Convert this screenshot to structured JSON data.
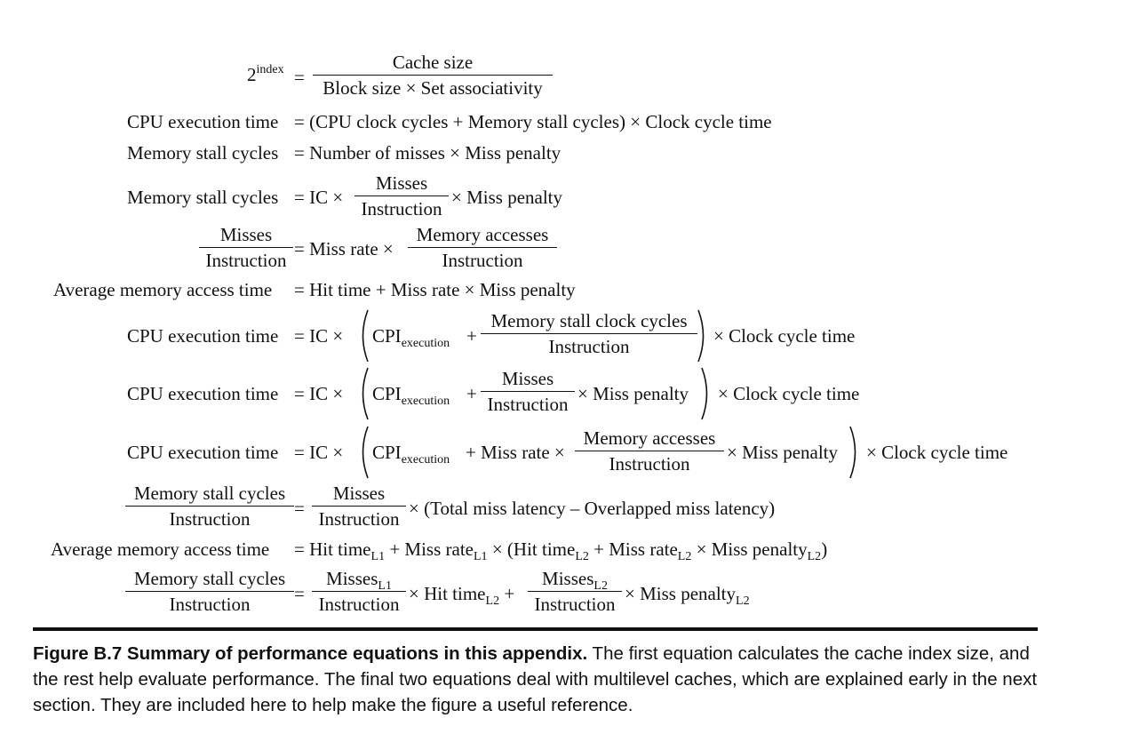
{
  "eq1": {
    "lhs_base": "2",
    "lhs_sup": "index",
    "eq": "=",
    "num": "Cache size",
    "den": "Block size × Set associativity"
  },
  "eq2": {
    "lhs": "CPU execution time",
    "rhs": "= (CPU clock cycles + Memory stall cycles) × Clock cycle time"
  },
  "eq3": {
    "lhs": "Memory stall cycles",
    "rhs": "= Number of misses × Miss penalty"
  },
  "eq4": {
    "lhs": "Memory stall cycles",
    "mid": "= IC ×",
    "num": "Misses",
    "den": "Instruction",
    "tail": "× Miss penalty"
  },
  "eq5": {
    "lnum": "Misses",
    "lden": "Instruction",
    "mid": "= Miss rate ×",
    "num": "Memory accesses",
    "den": "Instruction"
  },
  "eq6": {
    "lhs": "Average memory access time",
    "rhs": "= Hit time + Miss rate × Miss penalty"
  },
  "eq7": {
    "lhs": "CPU execution time",
    "mid": "= IC ×",
    "cpi": "CPI",
    "cpi_sub": "execution",
    "plus": "+",
    "num": "Memory stall clock cycles",
    "den": "Instruction",
    "tail": "× Clock cycle time"
  },
  "eq8": {
    "lhs": "CPU execution time",
    "mid": "= IC ×",
    "cpi": "CPI",
    "cpi_sub": "execution",
    "plus": "+",
    "num": "Misses",
    "den": "Instruction",
    "inner": "× Miss penalty",
    "tail": "× Clock cycle time"
  },
  "eq9": {
    "lhs": "CPU execution time",
    "mid": "= IC ×",
    "cpi": "CPI",
    "cpi_sub": "execution",
    "plus": "+ Miss rate ×",
    "num": "Memory accesses",
    "den": "Instruction",
    "inner": "× Miss penalty",
    "tail": "× Clock cycle time"
  },
  "eq10": {
    "lnum": "Memory stall cycles",
    "lden": "Instruction",
    "eq": "=",
    "num": "Misses",
    "den": "Instruction",
    "tail": "× (Total miss latency – Overlapped miss latency)"
  },
  "eq11": {
    "lhs": "Average memory access time",
    "eq": "=",
    "t1": "Hit time",
    "s1": "L1",
    "t2": "+ Miss rate",
    "s2": "L1",
    "t3": "× (Hit time",
    "s3": "L2",
    "t4": "+ Miss rate",
    "s4": "L2",
    "t5": "× Miss penalty",
    "s5": "L2",
    "t6": ")"
  },
  "eq12": {
    "lnum": "Memory stall cycles",
    "lden": "Instruction",
    "eq": "=",
    "n1": "Misses",
    "n1s": "L1",
    "d1": "Instruction",
    "m1": "× Hit time",
    "m1s": "L2",
    "m2": "+",
    "n2": "Misses",
    "n2s": "L2",
    "d2": "Instruction",
    "tail": "× Miss penalty",
    "tails": "L2"
  },
  "caption": {
    "bold": "Figure B.7  Summary of performance equations in this appendix.",
    "text": " The first equation calculates the cache index size, and the rest help evaluate performance. The final two equations deal with multilevel caches, which are explained early in the next section. They are included here to help make the figure a useful reference."
  }
}
